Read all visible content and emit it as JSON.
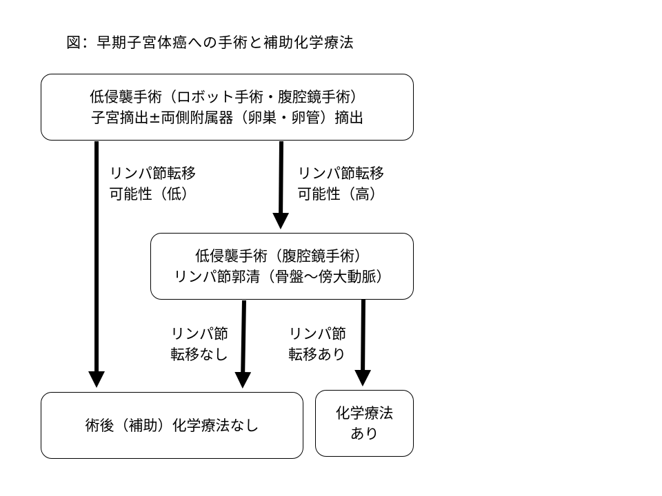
{
  "title": "図：早期子宮体癌への手術と補助化学療法",
  "boxes": {
    "initial_surgery": {
      "line1": "低侵襲手術（ロボット手術・腹腔鏡手術）",
      "line2": "子宮摘出±両側附属器（卵巣・卵管）摘出"
    },
    "lymph_surgery": {
      "line1": "低侵襲手術（腹腔鏡手術）",
      "line2": "リンパ節郭清（骨盤～傍大動脈）"
    },
    "no_chemo": {
      "line1": "術後（補助）化学療法なし"
    },
    "chemo": {
      "line1": "化学療法",
      "line2": "あり"
    }
  },
  "edges": {
    "low_risk": {
      "line1": "リンパ節転移",
      "line2": "可能性（低）"
    },
    "high_risk": {
      "line1": "リンパ節転移",
      "line2": "可能性（高）"
    },
    "no_metastasis": {
      "line1": "リンパ節",
      "line2": "転移なし"
    },
    "metastasis": {
      "line1": "リンパ節",
      "line2": "転移あり"
    }
  },
  "colors": {
    "stroke": "#000000",
    "background": "#ffffff"
  }
}
